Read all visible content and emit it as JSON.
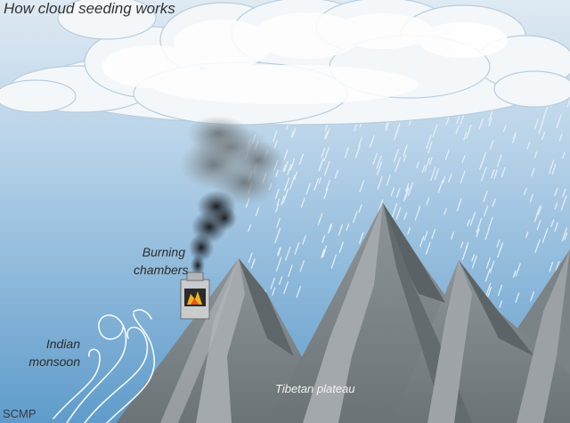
{
  "title": "How cloud seeding works",
  "labels": {
    "burning_line1": "Burning",
    "burning_line2": "chambers",
    "monsoon_line1": "Indian",
    "monsoon_line2": "monsoon",
    "plateau": "Tibetan plateau"
  },
  "credit": "SCMP",
  "colors": {
    "sky_top": "#d9e8f3",
    "sky_bottom": "#5e9bcb",
    "cloud": "#f4f8fb",
    "mountain_light": "#9aa0a3",
    "mountain_dark": "#5a6165",
    "smoke": "#1f2326",
    "chamber": "#c7c9cb",
    "flame": "#f2b21b"
  }
}
